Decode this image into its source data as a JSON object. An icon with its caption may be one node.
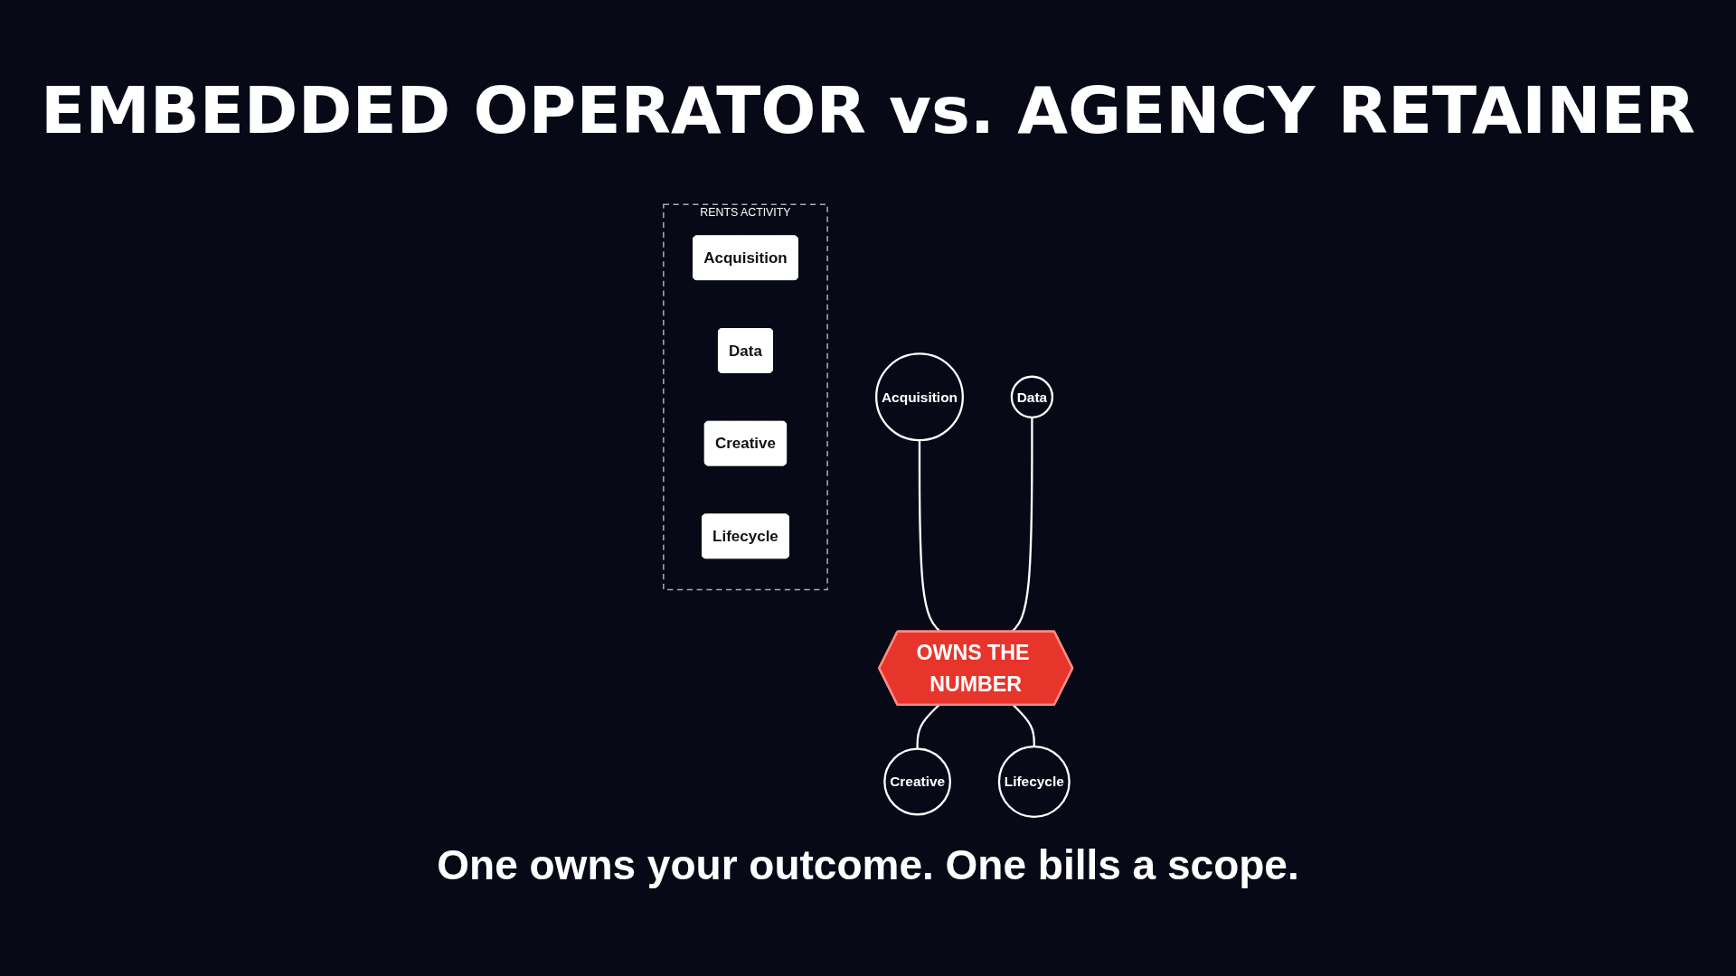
{
  "diagram": {
    "title": "EMBEDDED OPERATOR vs. AGENCY RETAINER",
    "caption": "One owns your outcome. One bills a scope.",
    "nodes": [
      {
        "text": [
          "Acquisition"
        ]
      },
      {
        "text": [
          "Data"
        ]
      },
      {
        "text": [
          "OWNS THE NUMBER"
        ]
      },
      {
        "text": [
          "Creative"
        ]
      },
      {
        "text": [
          "Lifecycle"
        ]
      },
      {
        "text": [
          "RENTS ACTIVITY"
        ]
      },
      {
        "text": [
          "Acquisition"
        ],
        "in": 5
      },
      {
        "text": [
          "Data"
        ],
        "in": 5
      },
      {
        "text": [
          "Creative"
        ],
        "in": 5
      },
      {
        "text": [
          "Lifecycle"
        ],
        "in": 5
      }
    ],
    "edges": [
      {
        "from": 0,
        "to": 2,
        "arrow": "none"
      },
      {
        "from": 1,
        "to": 2,
        "arrow": "none"
      },
      {
        "from": 2,
        "to": 3,
        "arrow": "none"
      },
      {
        "from": 2,
        "to": 4,
        "arrow": "none"
      }
    ]
  }
}
